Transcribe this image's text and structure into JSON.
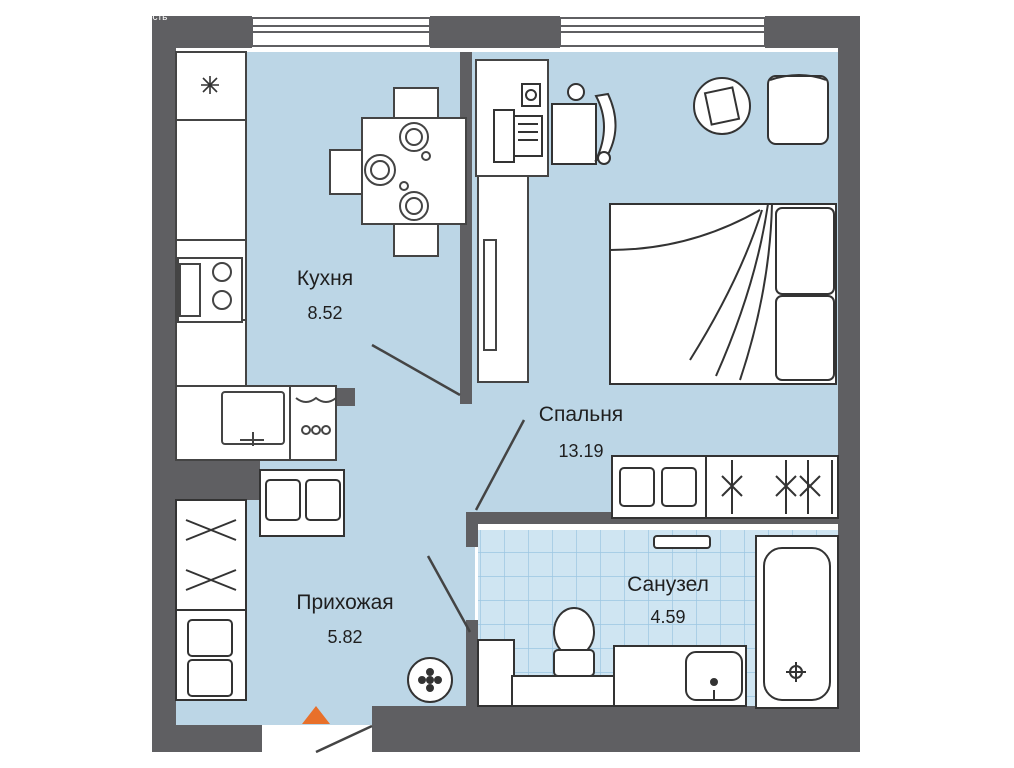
{
  "corner_caption": "ость",
  "rooms": {
    "kitchen": {
      "name": "Кухня",
      "area": "8.52"
    },
    "bedroom": {
      "name": "Спальня",
      "area": "13.19"
    },
    "hallway": {
      "name": "Прихожая",
      "area": "5.82"
    },
    "bathroom": {
      "name": "Санузел",
      "area": "4.59"
    }
  },
  "colors": {
    "wall": "#5f5f62",
    "floor": "#bcd6e6",
    "tile_grid": "#9cc6e2",
    "furniture_fill": "#ffffff",
    "line": "#444444",
    "entrance_marker": "#e8702a"
  },
  "icons": [
    "snowflake-icon",
    "entrance-arrow-icon",
    "stove-icon",
    "sink-icon",
    "toilet-icon",
    "bathtub-icon",
    "laptop-icon",
    "bed-icon"
  ]
}
